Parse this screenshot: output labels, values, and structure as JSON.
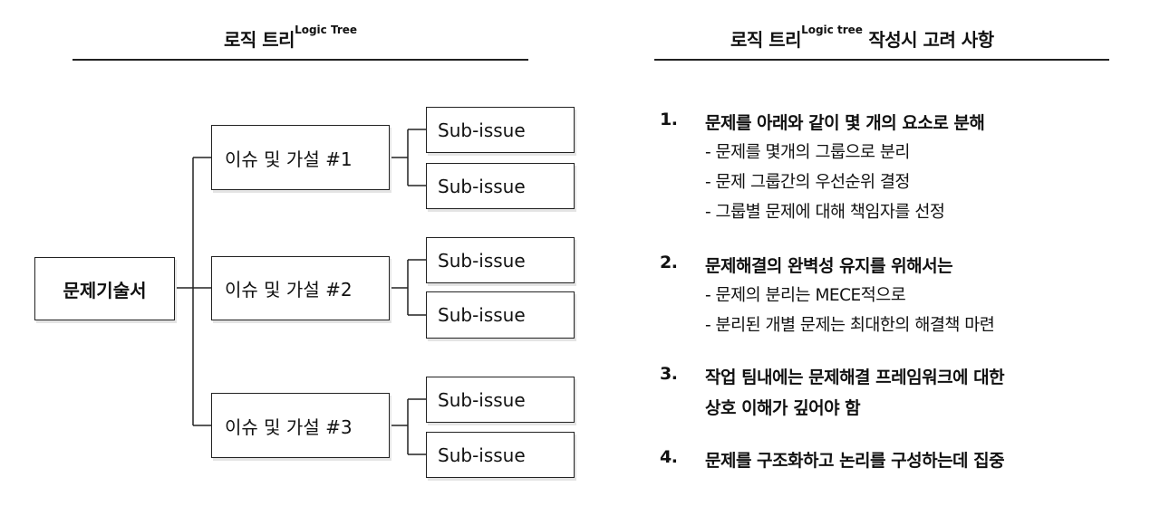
{
  "left": {
    "title": "로직 트리",
    "title_sup": "Logic Tree",
    "root": "문제기술서",
    "issues": [
      {
        "label": "이슈 및 가설 #1",
        "subs": [
          "Sub-issue",
          "Sub-issue"
        ]
      },
      {
        "label": "이슈 및 가설 #2",
        "subs": [
          "Sub-issue",
          "Sub-issue"
        ]
      },
      {
        "label": "이슈 및 가설 #3",
        "subs": [
          "Sub-issue",
          "Sub-issue"
        ]
      }
    ]
  },
  "right": {
    "title_pre": "로직 트리",
    "title_sup": "Logic tree",
    "title_post": "작성시 고려 사항",
    "items": [
      {
        "num": "1.",
        "lines": [
          "문제를 아래와 같이 몇 개의 요소로 분해"
        ],
        "subs": [
          "- 문제를 몇개의 그룹으로 분리",
          "- 문제 그룹간의 우선순위 결정",
          "- 그룹별 문제에 대해 책임자를 선정"
        ]
      },
      {
        "num": "2.",
        "lines": [
          "문제해결의 완벽성 유지를 위해서는"
        ],
        "subs": [
          "- 문제의 분리는 MECE적으로",
          "- 분리된 개별 문제는 최대한의 해결책 마련"
        ]
      },
      {
        "num": "3.",
        "lines": [
          "작업 팀내에는 문제해결 프레임워크에 대한",
          "상호 이해가 깊어야 함"
        ],
        "subs": []
      },
      {
        "num": "4.",
        "lines": [
          "문제를 구조화하고 논리를 구성하는데 집중"
        ],
        "subs": []
      }
    ]
  }
}
